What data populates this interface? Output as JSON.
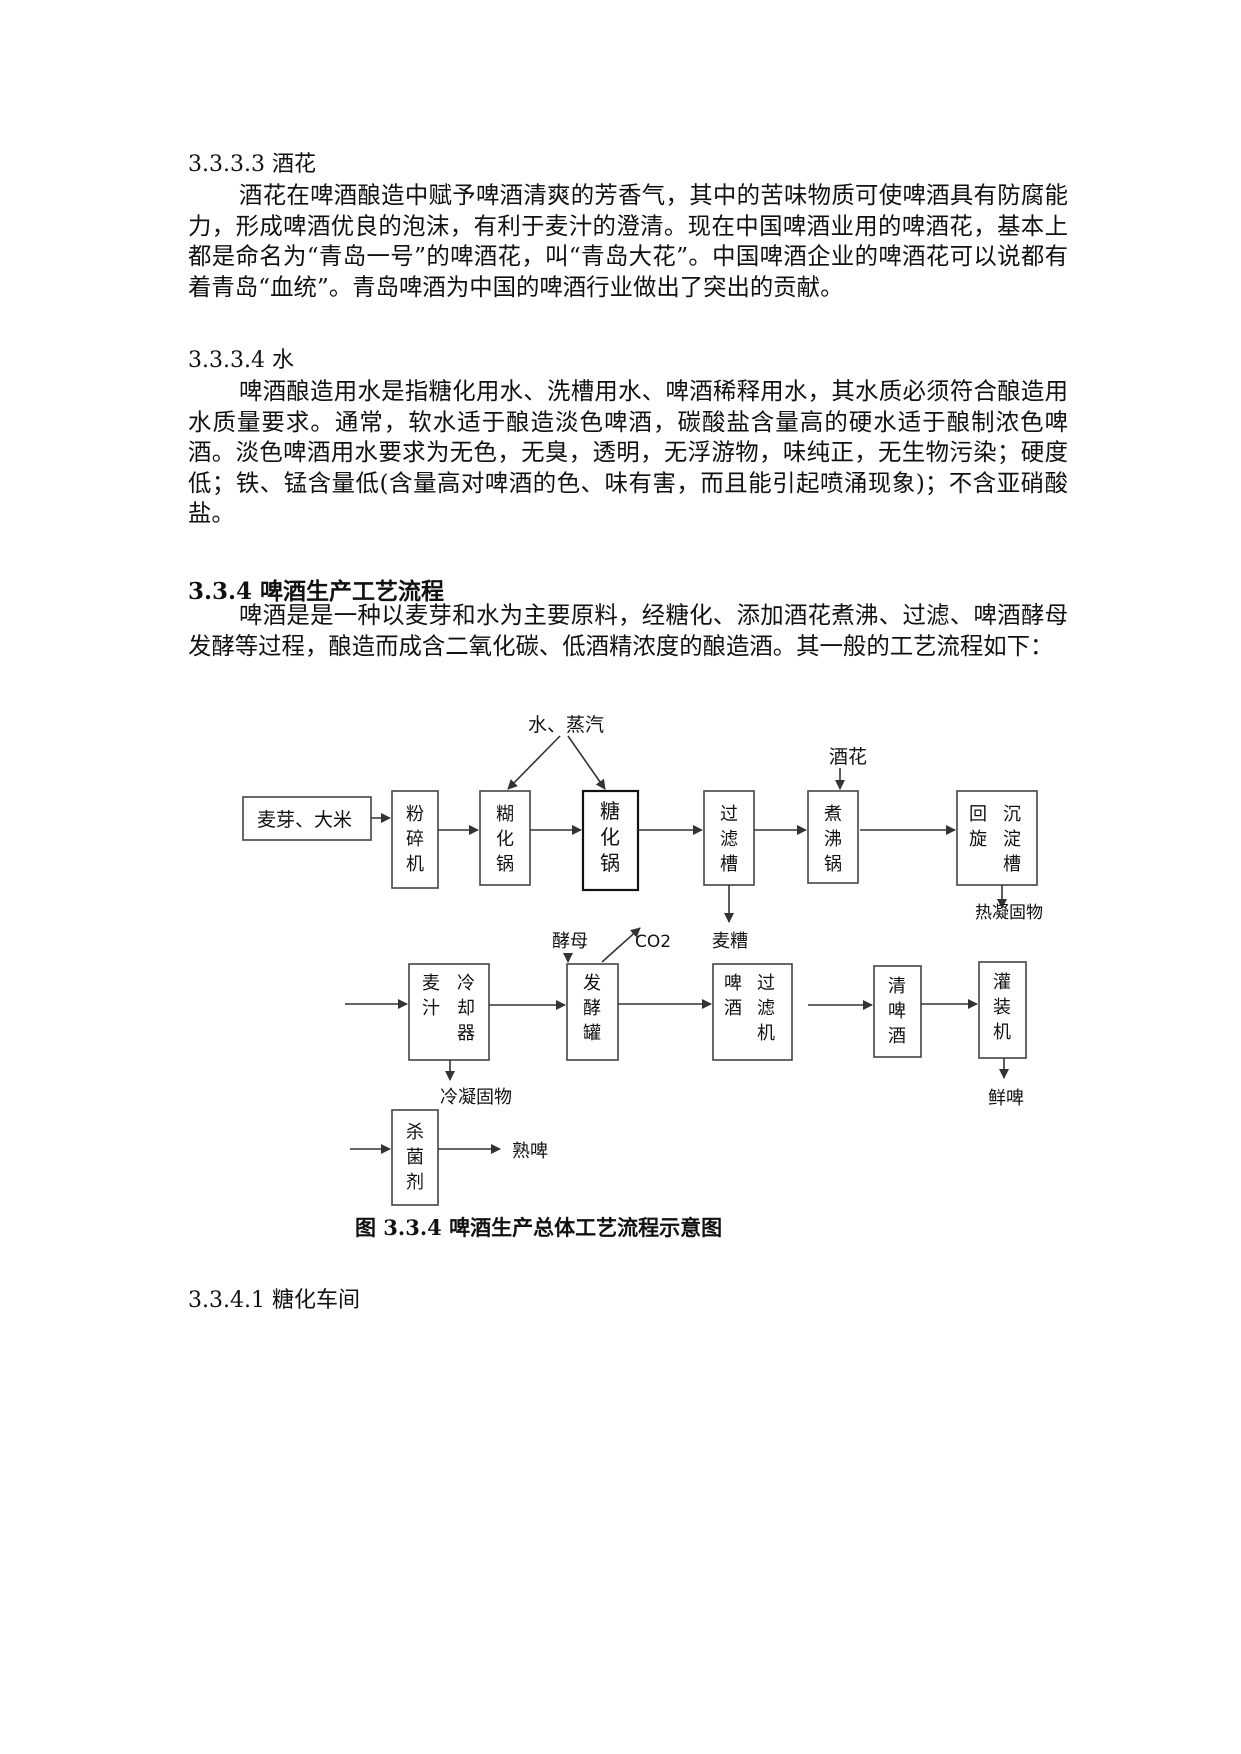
{
  "sections": [
    {
      "heading": "3.3.3.3 酒花",
      "text": "酒花在啤酒酿造中赋予啤酒清爽的芳香气，其中的苦味物质可使啤酒具有防腐能力，形成啤酒优良的泡沫，有利于麦汁的澄清。现在中国啤酒业用的啤酒花，基本上都是命名为“青岛一号”的啤酒花，叫“青岛大花”。中国啤酒企业的啤酒花可以说都有着青岛“血统”。青岛啤酒为中国的啤酒行业做出了突出的贡献。"
    },
    {
      "heading": "3.3.3.4 水",
      "text": "啤酒酿造用水是指糖化用水、洗槽用水、啤酒稀释用水，其水质必须符合酿造用水质量要求。通常，软水适于酿造淡色啤酒，碳酸盐含量高的硬水适于酿制浓色啤酒。淡色啤酒用水要求为无色，无臭，透明，无浮游物，味纯正，无生物污染；硬度低；铁、锰含量低(含量高对啤酒的色、味有害，而且能引起喷涌现象)；不含亚硝酸盐。"
    },
    {
      "heading": "3.3.4 啤酒生产工艺流程",
      "text": "啤酒是是一种以麦芽和水为主要原料，经糖化、添加酒花煮沸、过滤、啤酒酵母发酵等过程，酿造而成含二氧化碳、低酒精浓度的酿造酒。其一般的工艺流程如下："
    }
  ],
  "diagram": {
    "inputs": {
      "water_steam": "水、蒸汽",
      "hops": "酒花",
      "yeast": "酵母",
      "co2": "CO2",
      "malt_rice": "麦芽、大米"
    },
    "nodes": {
      "mill": [
        "粉",
        "碎",
        "机"
      ],
      "gelatinizer": [
        "糊",
        "化",
        "锅"
      ],
      "mash_tun": [
        "糖",
        "化",
        "锅"
      ],
      "lauter": [
        "过",
        "滤",
        "槽"
      ],
      "kettle": [
        "煮",
        "沸",
        "锅"
      ],
      "whirlpool_a": [
        "回",
        "旋"
      ],
      "whirlpool_b": [
        "沉",
        "淀",
        "槽"
      ],
      "cooler_a": [
        "麦",
        "汁"
      ],
      "cooler_b": [
        "冷",
        "却",
        "器"
      ],
      "fermenter": [
        "发",
        "酵",
        "罐"
      ],
      "beer_filter_a": [
        "啤",
        "酒"
      ],
      "beer_filter_b": [
        "过",
        "滤",
        "机"
      ],
      "clear_beer": [
        "清",
        "啤",
        "酒"
      ],
      "filler": [
        "灌",
        "装",
        "机"
      ],
      "sterilizer": [
        "杀",
        "菌",
        "剂"
      ]
    },
    "outputs": {
      "spent_grain": "麦糟",
      "hot_trub": "热凝固物",
      "cold_trub": "冷凝固物",
      "fresh_beer": "鲜啤",
      "pasteurized_beer": "熟啤"
    }
  },
  "figure_caption": "图 3.3.4 啤酒生产总体工艺流程示意图",
  "next_heading": "3.3.4.1 糖化车间"
}
